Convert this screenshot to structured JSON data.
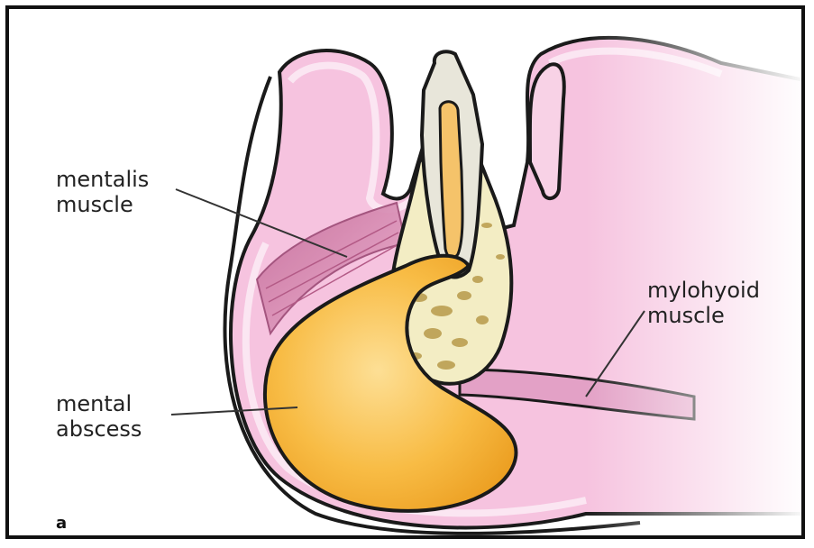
{
  "labels": {
    "mentalis": [
      "mentalis",
      "muscle"
    ],
    "mylohyoid": [
      "mylohyoid",
      "muscle"
    ],
    "abscess": [
      "mental",
      "abscess"
    ]
  },
  "panel_letter": "a",
  "colors": {
    "tissue_pink": "#f2b8d8",
    "tissue_light": "#fbe3f1",
    "muscle": "#d98fb5",
    "abscess": "#f7b73a",
    "abscess_light": "#fcd77e",
    "bone": "#f3edc4",
    "bone_dark": "#b89a4a",
    "tooth": "#e8e6da",
    "pulp": "#f5c36a",
    "outline": "#1a1a1a"
  }
}
